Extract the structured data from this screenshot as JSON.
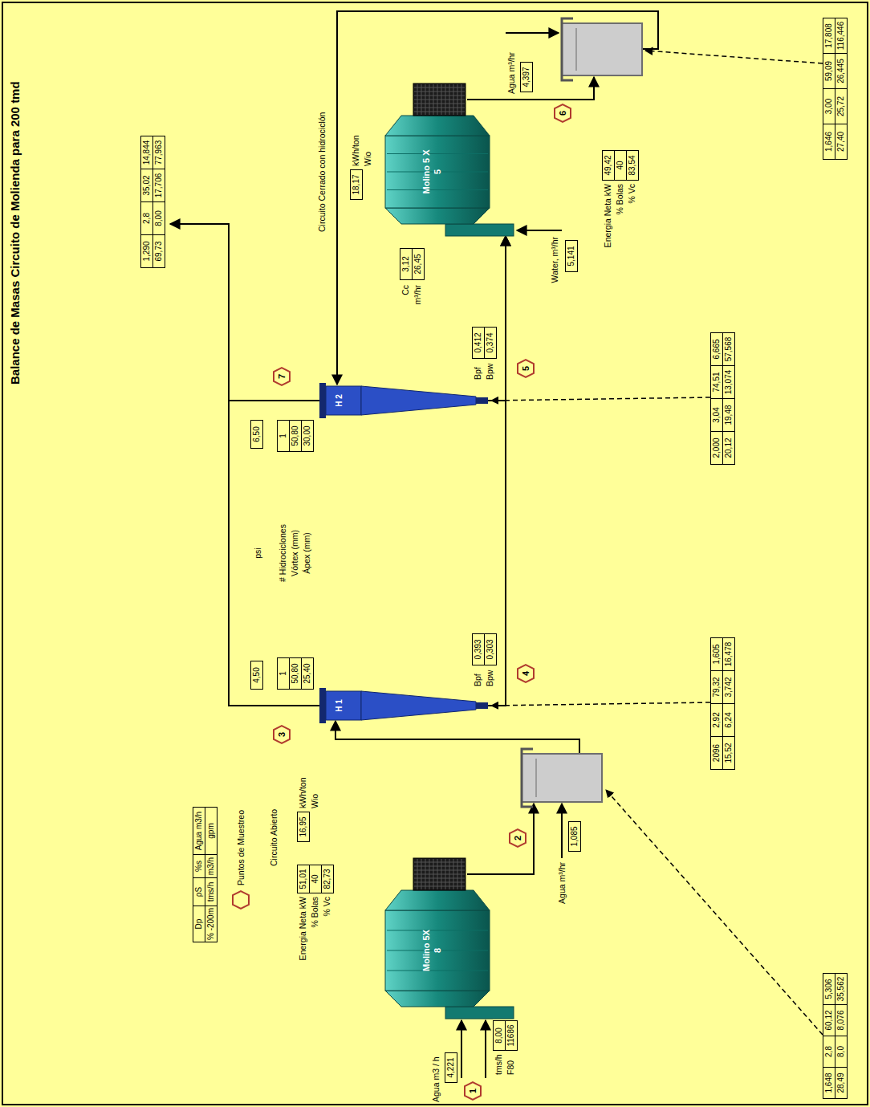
{
  "diagram": {
    "title": "Balance de Masas Circuito de Molienda para 200 tmd",
    "nodes": [
      {
        "text": [
          "1"
        ]
      },
      {
        "text": [
          "Molino 5X 8"
        ]
      },
      {
        "text": [
          "2"
        ]
      },
      {
        "text": [
          "3"
        ]
      },
      {
        "text": [
          "H 1"
        ]
      },
      {
        "text": [
          "4"
        ]
      },
      {
        "text": [
          "7"
        ]
      },
      {
        "text": [
          "H 2"
        ]
      },
      {
        "text": [
          "5"
        ]
      },
      {
        "text": [
          "Molino 5 X 5"
        ]
      },
      {
        "text": [
          "6"
        ]
      }
    ],
    "edges": [
      {
        "from": 4,
        "to": 9,
        "arrow": "to"
      },
      {
        "from": 7,
        "to": 9,
        "arrow": "to"
      }
    ],
    "labels": [
      "Dp",
      "ρS",
      "%s",
      "Agua m3/h",
      "% -200m",
      "tms/h",
      "m3/h",
      "gpm",
      "Circuito Abierto",
      "Energia Neta kW",
      "% Bolas",
      "% Vc",
      "51,01",
      "40",
      "82,73",
      "16,95",
      "kWh/ton",
      "Wio",
      "Agua m3 / h",
      "4,221",
      "tms/h",
      "F80",
      "8,00",
      "11686",
      "Agua m³/hr",
      "1,085",
      "1,648",
      "2,8",
      "60,12",
      "5,306",
      "28,49",
      "8,0",
      "8,076",
      "35,562",
      "Bpf",
      "Bpw",
      "0,393",
      "0,303",
      "2096",
      "2,92",
      "79,32",
      "1,605",
      "15,52",
      "6,24",
      "3,742",
      "16,478",
      "4,50",
      "psi",
      "6,50",
      "1",
      "50,80",
      "25,40",
      "# Hidrociclones",
      "Vórtex (mm)",
      "Ápex (mm)",
      "1",
      "50,80",
      "30,00",
      "1,290",
      "2,8",
      "35,02",
      "14,844",
      "69,73",
      "8,00",
      "17,706",
      "77,963",
      "Circuito Cerrado con hidrociclón",
      "18,17",
      "kWh/ton",
      "Wio",
      "Cc",
      "m³/hr",
      "3,12",
      "26,45",
      "Bpf",
      "Bpw",
      "0,412",
      "0,374",
      "Water, m³/hr",
      "5,141",
      "2,000",
      "3,04",
      "74,51",
      "6,665",
      "20,12",
      "19,48",
      "13,074",
      "57,568",
      "Energia Neta kW",
      "% Bolas",
      "% Vc",
      "49,42",
      "40",
      "83,54",
      "Agua m³/hr",
      "4,397",
      "1,646",
      "3,00",
      "59,09",
      "17,808",
      "27,40",
      "25,72",
      "26,445",
      "116,446"
    ],
    "legend": [
      {
        "text": "Puntos de Muestreo"
      }
    ]
  }
}
